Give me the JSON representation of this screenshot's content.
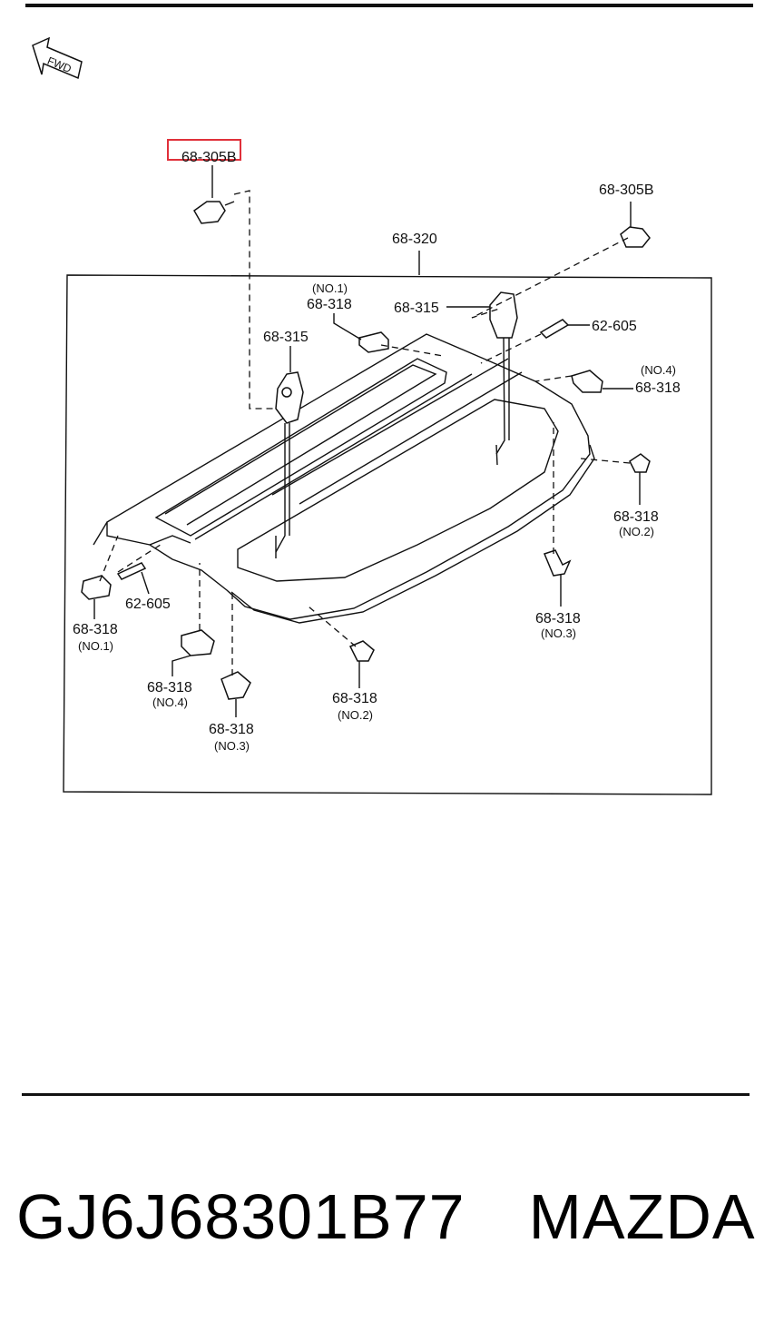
{
  "fwd_label": "FWD",
  "highlight_color": "#e0303a",
  "callouts": {
    "bolt_left": "68-305B",
    "bolt_right": "68-305B",
    "cover": "68-320",
    "no1_top": {
      "label": "68-318",
      "sub": "(NO.1)"
    },
    "hanger_right": "68-315",
    "hanger_left": "68-315",
    "pin_right": "62-605",
    "no4_right": {
      "label": "68-318",
      "sub": "(NO.4)"
    },
    "no2_right": {
      "label": "68-318",
      "sub": "(NO.2)"
    },
    "no3_right": {
      "label": "68-318",
      "sub": "(NO.3)"
    },
    "pin_left": "62-605",
    "no1_left": {
      "label": "68-318",
      "sub": "(NO.1)"
    },
    "no4_left": {
      "label": "68-318",
      "sub": "(NO.4)"
    },
    "no2_bottom": {
      "label": "68-318",
      "sub": "(NO.2)"
    },
    "no3_left": {
      "label": "68-318",
      "sub": "(NO.3)"
    }
  },
  "footer": {
    "part_number": "GJ6J68301B77",
    "brand": "MAZDA"
  }
}
